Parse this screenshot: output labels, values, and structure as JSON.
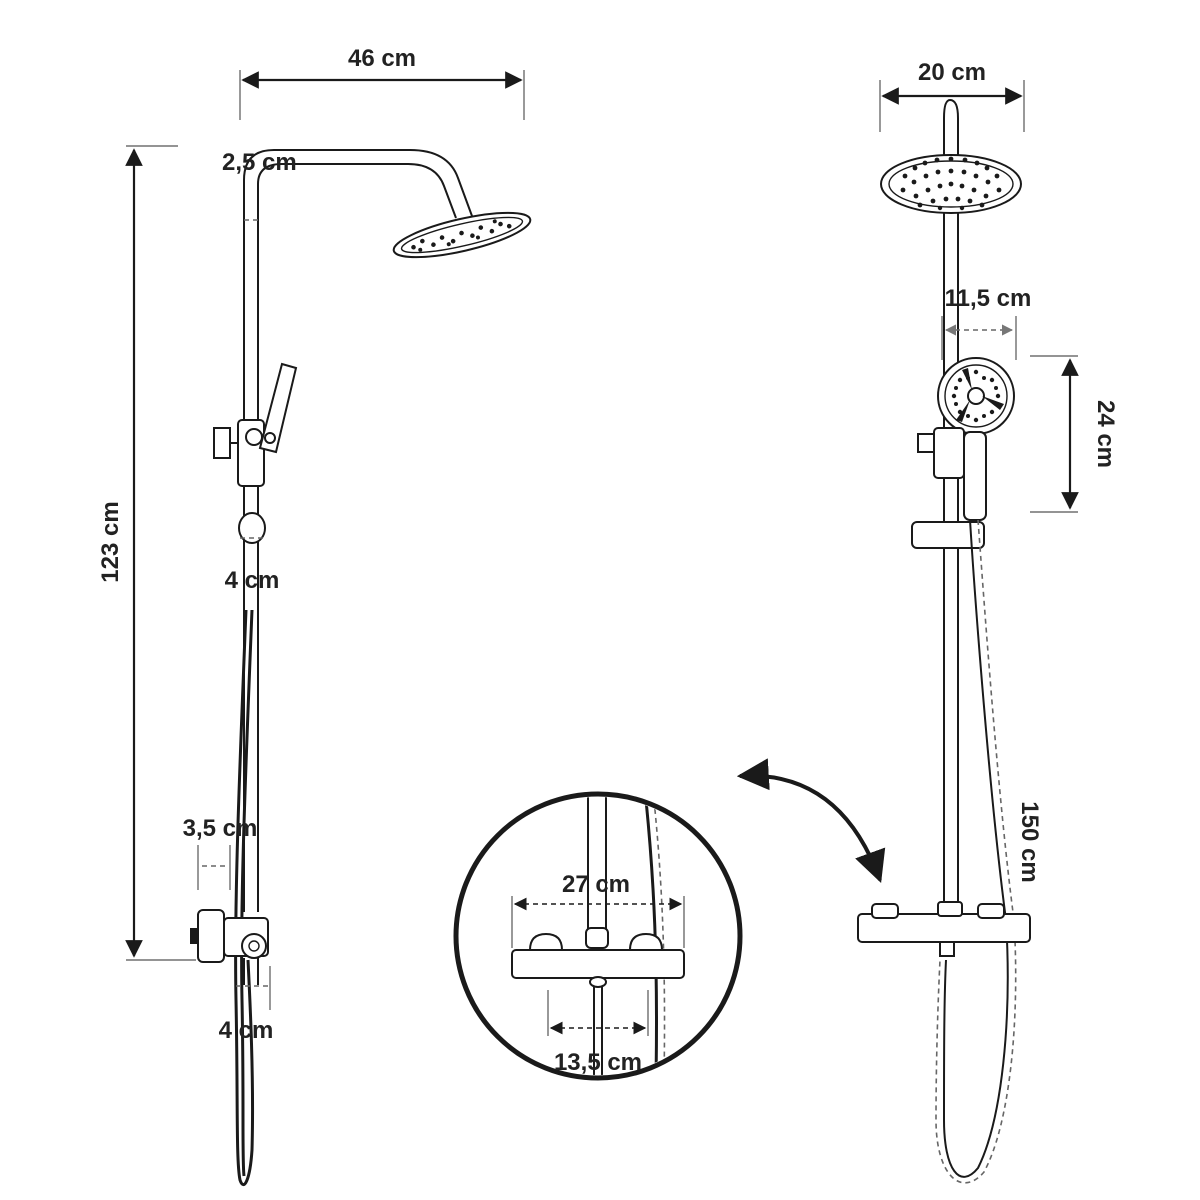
{
  "dimensions": {
    "left_head_reach": "46 cm",
    "left_arm_diameter": "2,5 cm",
    "left_total_height": "123 cm",
    "left_holder_width": "4 cm",
    "left_valve_depth": "3,5 cm",
    "left_outlet_width": "4 cm",
    "right_head_diameter": "20 cm",
    "right_hand_shower_width": "11,5 cm",
    "right_hand_shower_height": "24 cm",
    "right_hose_length": "150 cm",
    "detail_inlet_spacing": "27 cm",
    "detail_outlet_width": "13,5 cm"
  },
  "colors": {
    "line": "#1a1a1a",
    "text": "#222222",
    "background": "#ffffff"
  }
}
